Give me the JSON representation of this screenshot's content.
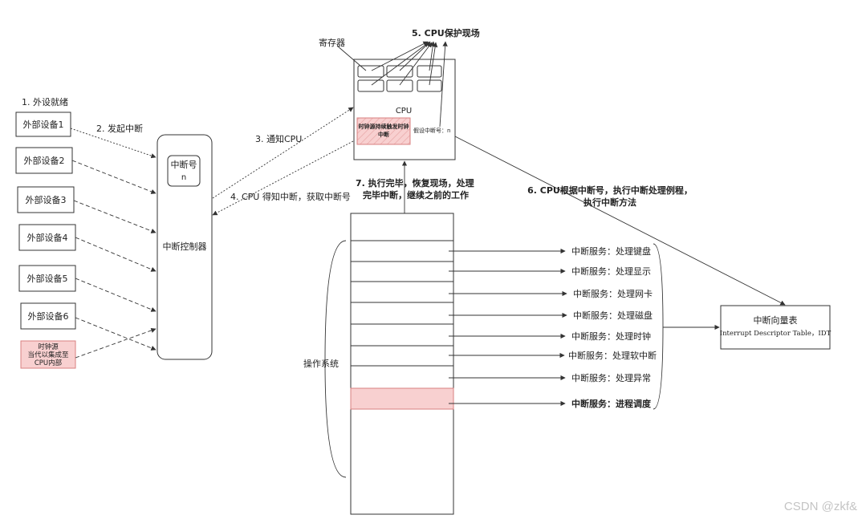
{
  "labels": {
    "step1": "1. 外设就绪",
    "step2": "2. 发起中断",
    "step3": "3. 通知CPU",
    "step4": "4. CPU 得知中断，获取中断号",
    "step5": "5. CPU保护现场",
    "step6_line1": "6. CPU根据中断号，执行中断处理例程，",
    "step6_line2": "执行中断方法",
    "step7_line1": "7. 执行完毕，恢复现场，处理",
    "step7_line2": "完毕中断，继续之前的工作",
    "register": "寄存器"
  },
  "devices": [
    "外部设备1",
    "外部设备2",
    "外部设备3",
    "外部设备4",
    "外部设备5",
    "外部设备6"
  ],
  "clock_source": [
    "时钟源",
    "当代以集成至",
    "CPU内部"
  ],
  "controller": {
    "label": "中断控制器",
    "num_label": "中断号",
    "num_value": "n"
  },
  "cpu": {
    "label": "CPU",
    "timer_line1": "时钟源持续触发时钟",
    "timer_line2": "中断",
    "assume_label": "假设中断号：n"
  },
  "os_label": "操作系统",
  "services": [
    {
      "label": "中断服务：处理键盘",
      "bold": false
    },
    {
      "label": "中断服务：处理显示",
      "bold": false
    },
    {
      "label": "中断服务：处理网卡",
      "bold": false
    },
    {
      "label": "中断服务：处理磁盘",
      "bold": false
    },
    {
      "label": "中断服务：处理时钟",
      "bold": false
    },
    {
      "label": "中断服务：处理软中断",
      "bold": false
    },
    {
      "label": "中断服务：处理异常",
      "bold": false
    },
    {
      "label": "中断服务：进程调度",
      "bold": true
    }
  ],
  "idt": {
    "title": "中断向量表",
    "subtitle": "Interrupt Descriptor Table，IDT"
  },
  "watermark": "CSDN @zkf&",
  "colors": {
    "highlight_fill": "#f8d0d0",
    "highlight_stroke": "#d98080",
    "line": "#333333"
  }
}
